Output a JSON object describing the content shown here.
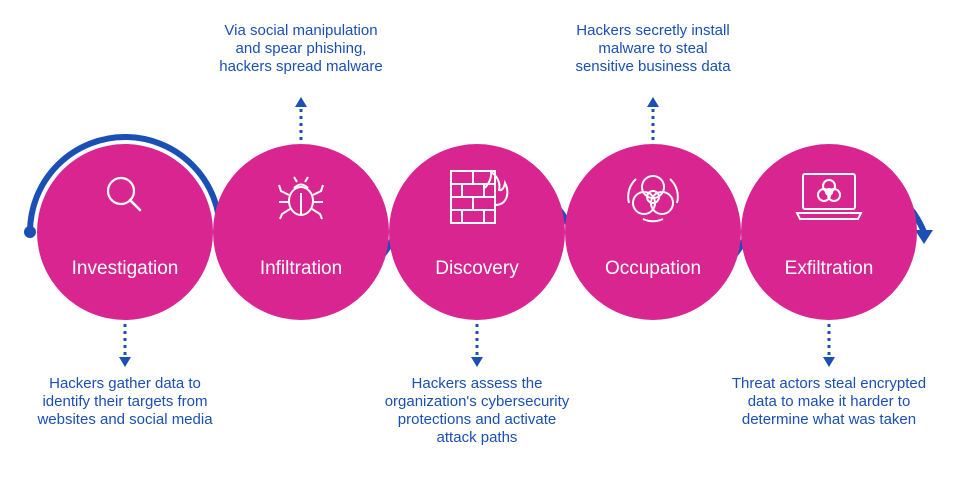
{
  "colors": {
    "circle": "#d8258f",
    "path": "#1a4fb5",
    "icon": "#ffffff",
    "label": "#ffffff",
    "caption": "#1a4fb5"
  },
  "stages": [
    {
      "label": "Investigation",
      "icon": "magnifier-icon",
      "caption": "Hackers gather data to\nidentify their targets from\nwebsites and social media",
      "caption_side": "below"
    },
    {
      "label": "Infiltration",
      "icon": "bug-icon",
      "caption": "Via social manipulation\nand spear phishing,\nhackers spread malware",
      "caption_side": "above"
    },
    {
      "label": "Discovery",
      "icon": "firewall-icon",
      "caption": "Hackers assess the\norganization's cybersecurity\nprotections and activate\nattack paths",
      "caption_side": "below"
    },
    {
      "label": "Occupation",
      "icon": "biohazard-icon",
      "caption": "Hackers secretly install\nmalware to steal\nsensitive business data",
      "caption_side": "above"
    },
    {
      "label": "Exfiltration",
      "icon": "laptop-biohazard-icon",
      "caption": "Threat actors steal encrypted\ndata to make it harder to\ndetermine what was taken",
      "caption_side": "below"
    }
  ]
}
